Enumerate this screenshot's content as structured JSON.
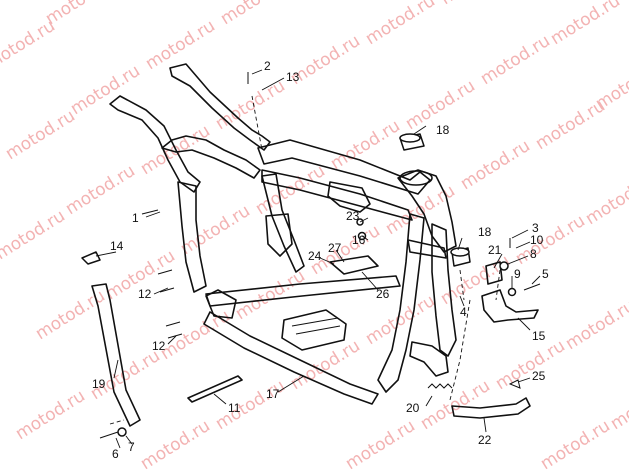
{
  "watermark": "motod.ru",
  "callouts": [
    {
      "num": "1"
    },
    {
      "num": "2"
    },
    {
      "num": "3"
    },
    {
      "num": "4"
    },
    {
      "num": "5"
    },
    {
      "num": "6"
    },
    {
      "num": "7"
    },
    {
      "num": "8"
    },
    {
      "num": "9"
    },
    {
      "num": "10"
    },
    {
      "num": "11"
    },
    {
      "num": "12"
    },
    {
      "num": "12"
    },
    {
      "num": "13"
    },
    {
      "num": "14"
    },
    {
      "num": "15"
    },
    {
      "num": "16"
    },
    {
      "num": "17"
    },
    {
      "num": "18"
    },
    {
      "num": "18"
    },
    {
      "num": "19"
    },
    {
      "num": "20"
    },
    {
      "num": "21"
    },
    {
      "num": "22"
    },
    {
      "num": "23"
    },
    {
      "num": "24"
    },
    {
      "num": "25"
    },
    {
      "num": "26"
    },
    {
      "num": "27"
    }
  ]
}
